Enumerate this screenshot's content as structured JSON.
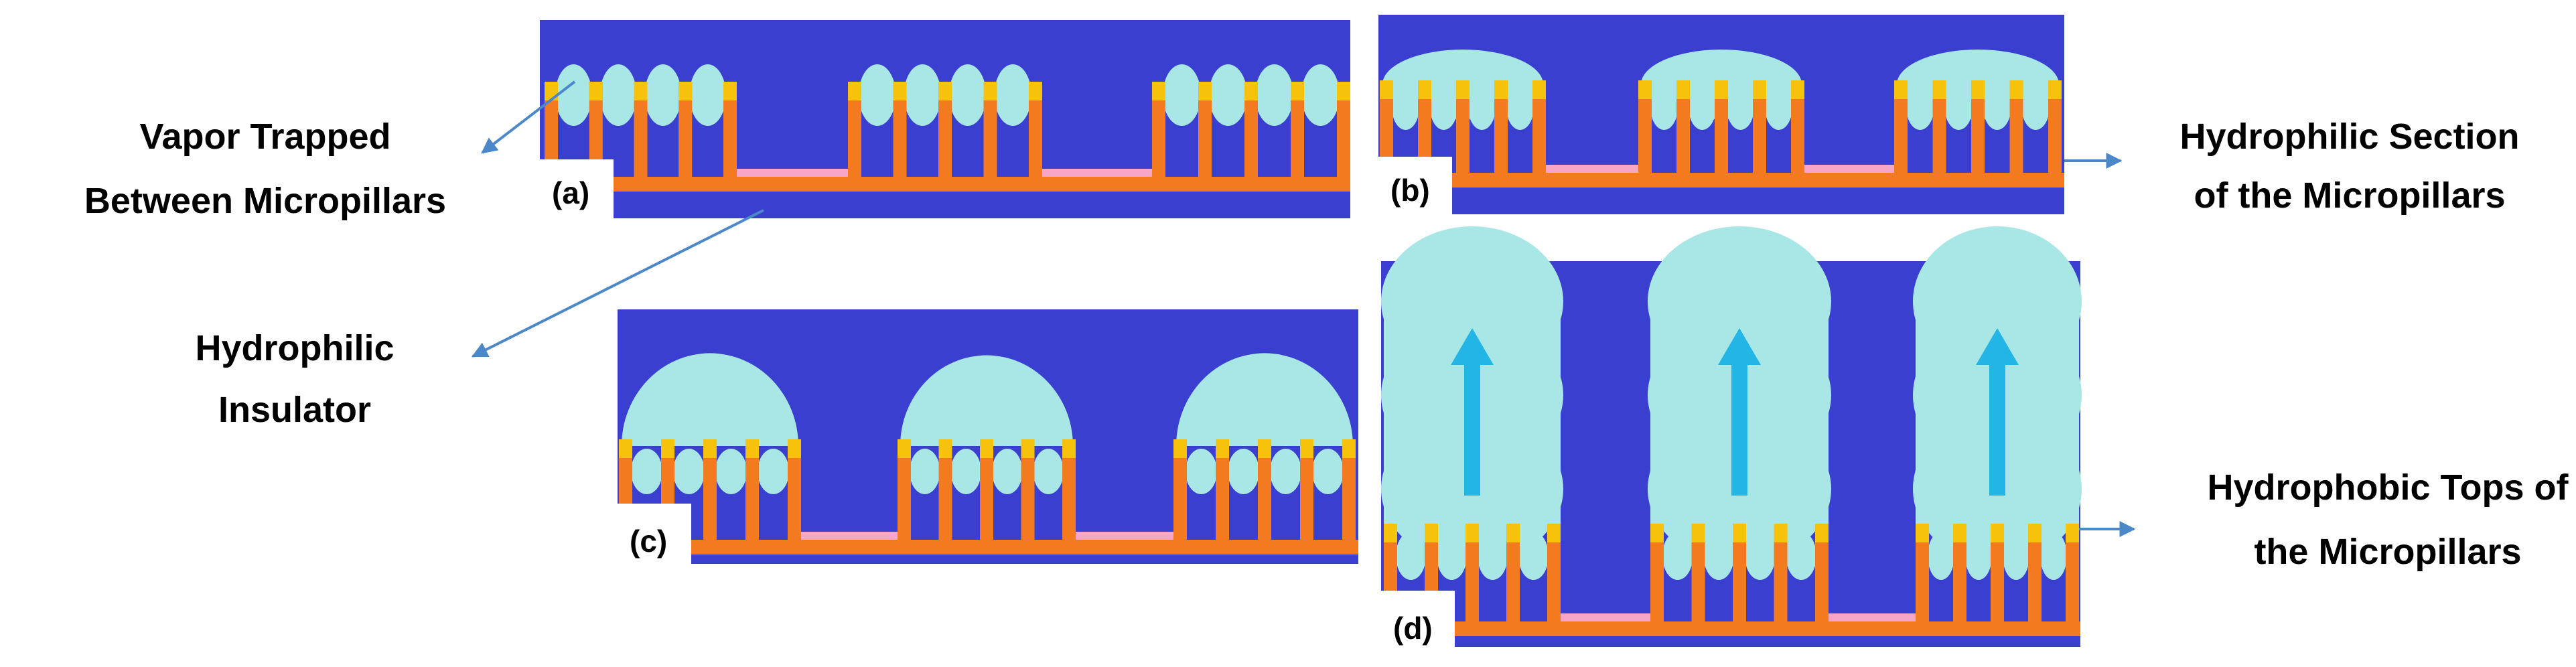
{
  "colors": {
    "background": "#ffffff",
    "chamber": "#3a3fcf",
    "substrate": "#f47a20",
    "pillar_top": "#f7c20c",
    "insulator": "#f7a6c5",
    "liquid": "#a9e6e6",
    "flow_arrow": "#22b5e6",
    "pointer": "#4b88c9"
  },
  "annotations": {
    "vapor_line1": "Vapor Trapped",
    "vapor_line2": "Between  Micropillars",
    "insulator_line1": "Hydrophilic",
    "insulator_line2": "Insulator",
    "hydrophilic_section_line1": "Hydrophilic Section",
    "hydrophilic_section_line2": "of the Micropillars",
    "hydrophobic_tops_line1": "Hydrophobic Tops of",
    "hydrophobic_tops_line2": "the Micropillars"
  },
  "panels": [
    {
      "id": "a",
      "label": "(a)",
      "stage": "vapor-trapped"
    },
    {
      "id": "b",
      "label": "(b)",
      "stage": "small-droplets"
    },
    {
      "id": "c",
      "label": "(c)",
      "stage": "large-droplets"
    },
    {
      "id": "d",
      "label": "(d)",
      "stage": "departure"
    }
  ]
}
